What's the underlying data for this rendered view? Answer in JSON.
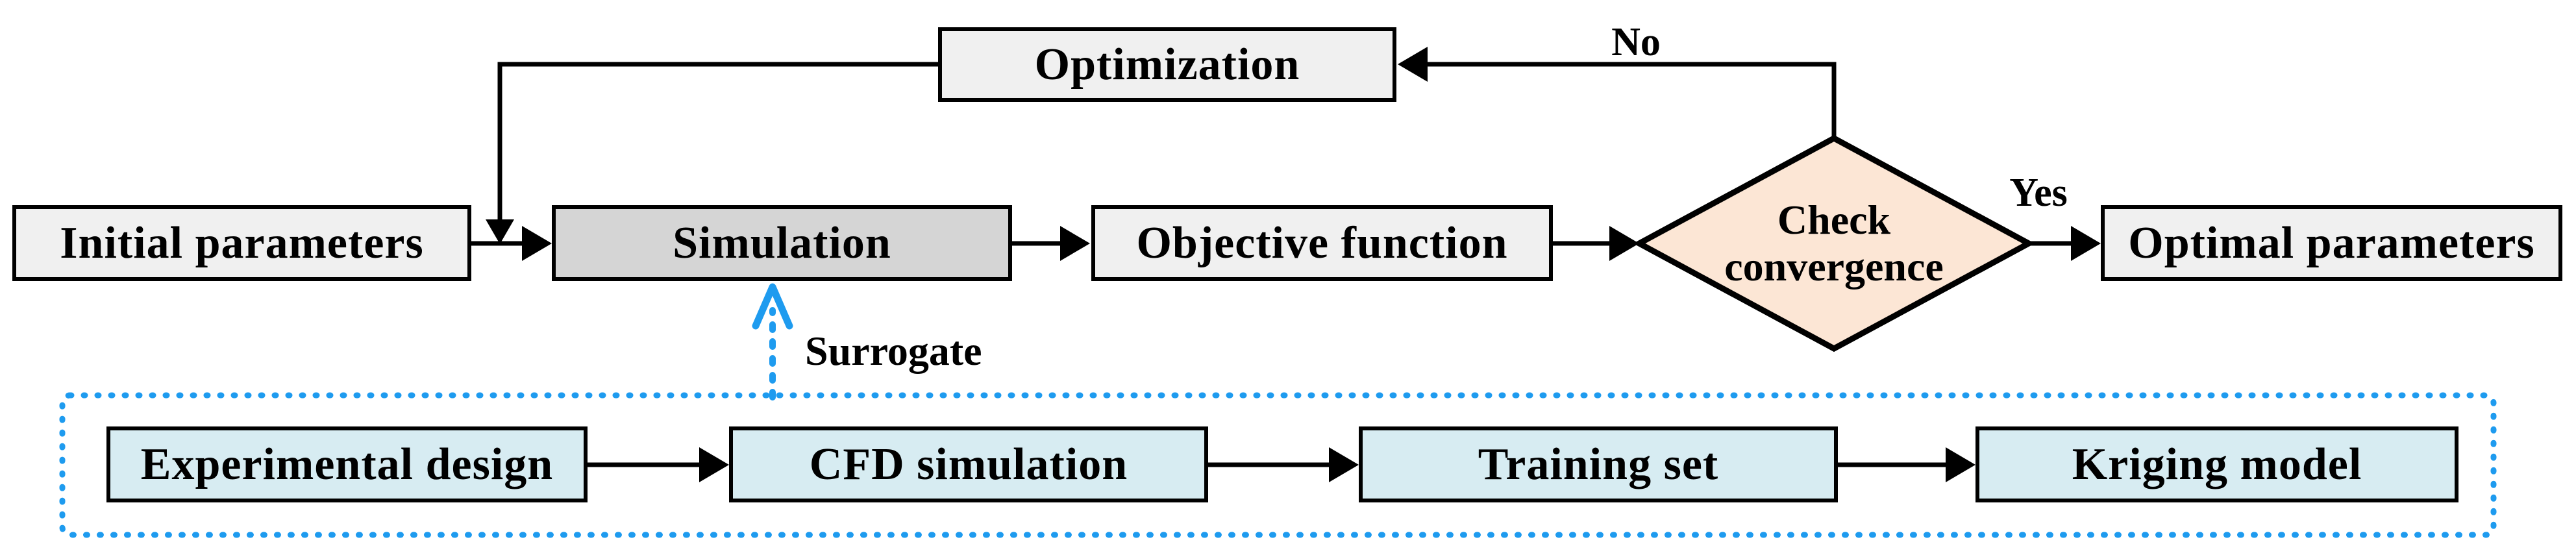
{
  "nodes": {
    "optimization": "Optimization",
    "initial_parameters": "Initial parameters",
    "simulation": "Simulation",
    "objective_function": "Objective function",
    "check_convergence": "Check convergence",
    "optimal_parameters": "Optimal parameters",
    "experimental_design": "Experimental design",
    "cfd_simulation": "CFD simulation",
    "training_set": "Training set",
    "kriging_model": "Kriging model"
  },
  "edge_labels": {
    "no": "No",
    "yes": "Yes",
    "surrogate": "Surrogate"
  },
  "colors": {
    "background": "#ffffff",
    "line": "#000000",
    "box_fill_light": "#f0f0f0",
    "box_fill_dark": "#d5d5d5",
    "box_fill_blue": "#d7ecf2",
    "diamond_fill": "#fce6d5",
    "accent_blue": "#1e9bef"
  }
}
